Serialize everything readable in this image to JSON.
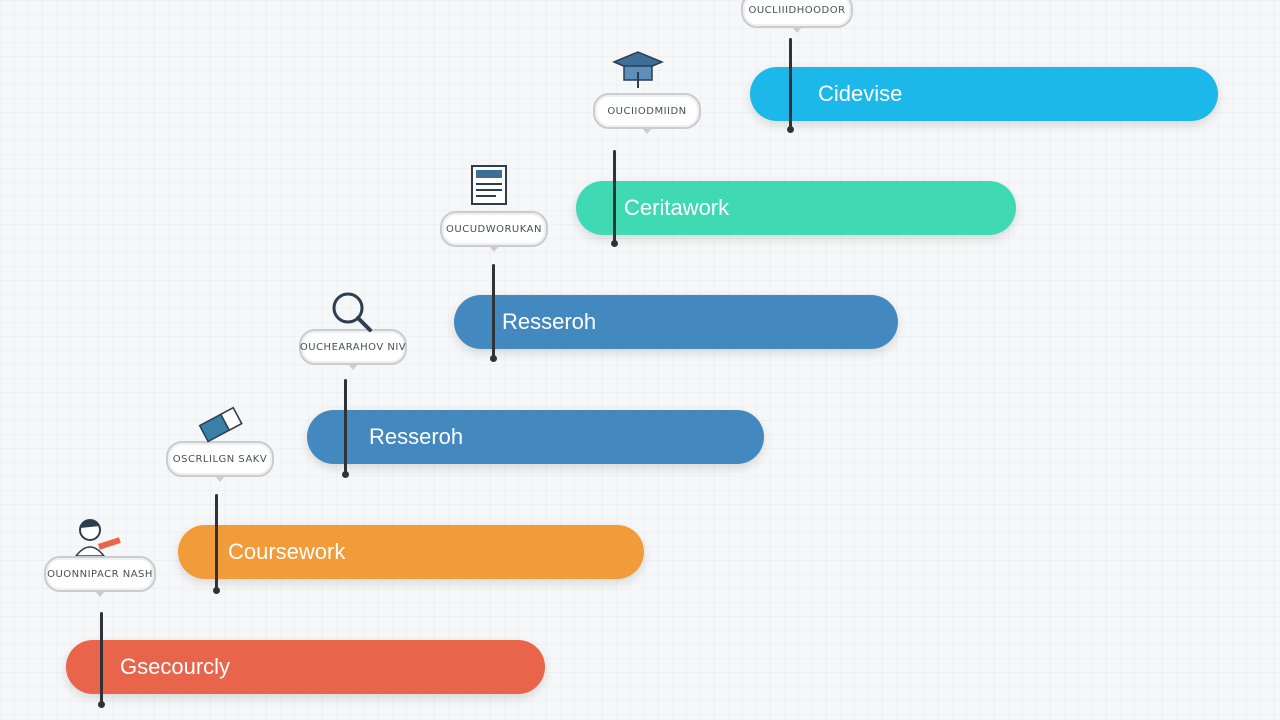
{
  "steps": [
    {
      "label": "Gsecourcly",
      "bubble": "",
      "icon": "person-icon",
      "color": "#e8644a"
    },
    {
      "label": "Coursework",
      "bubble": "OUONNIPACR NASH",
      "icon": "book-icon",
      "color": "#f29b3a"
    },
    {
      "label": "Resseroh",
      "bubble": "OSCRLILGN SAKV",
      "icon": "search-icon",
      "color": "#4389bf"
    },
    {
      "label": "Resseroh",
      "bubble": "OUCHEARAHOV NIV",
      "icon": "document-icon",
      "color": "#4389bf"
    },
    {
      "label": "Ceritawork",
      "bubble": "OUCUDWORUKAN",
      "icon": "graduation-cap-icon",
      "color": "#3fd9b4"
    },
    {
      "label": "Cidevise",
      "bubble": "OUCIIODMIIDN",
      "icon": "",
      "color": "#1cb8ea"
    }
  ],
  "top_bubble": "OUCLIIIDHOODOR"
}
